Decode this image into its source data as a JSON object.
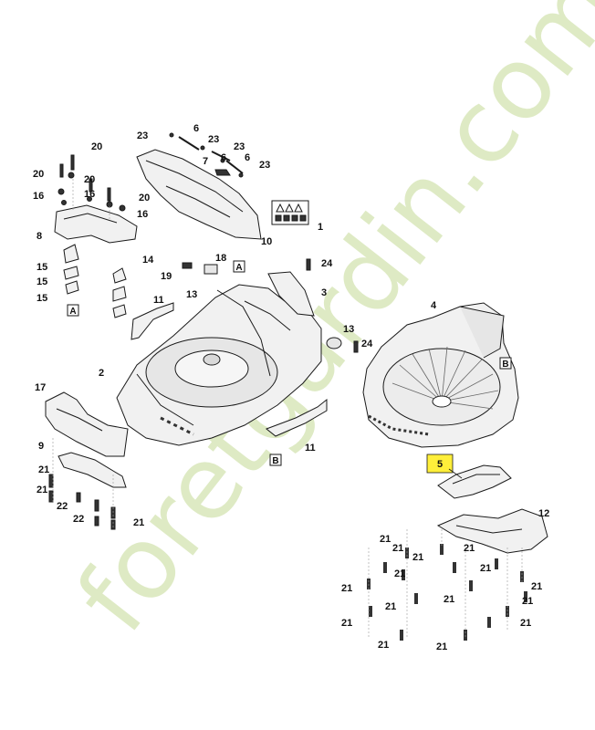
{
  "watermark": {
    "primary": "foretgardin.com",
    "colors": {
      "green": "#c6dba0",
      "lime": "#e2ec9e",
      "gray": "#d6d6d6"
    }
  },
  "colors": {
    "line": "#1a1a1a",
    "part_fill": "#f1f1f1",
    "part_shade": "#d9d9d9",
    "highlight": "#ffef3a"
  },
  "callout_boxes": {
    "a1": "A",
    "a2": "A",
    "b1": "B",
    "b2": "B"
  },
  "highlighted_part": "5",
  "labels": [
    "1",
    "2",
    "3",
    "4",
    "6",
    "6",
    "6",
    "7",
    "8",
    "9",
    "10",
    "11",
    "11",
    "12",
    "13",
    "13",
    "14",
    "15",
    "15",
    "15",
    "16",
    "16",
    "16",
    "17",
    "18",
    "19",
    "20",
    "20",
    "20",
    "20",
    "21",
    "21",
    "21",
    "21",
    "21",
    "21",
    "21",
    "21",
    "21",
    "21",
    "21",
    "21",
    "21",
    "21",
    "21",
    "21",
    "21",
    "21",
    "22",
    "22",
    "23",
    "23",
    "23",
    "23",
    "24",
    "24"
  ]
}
